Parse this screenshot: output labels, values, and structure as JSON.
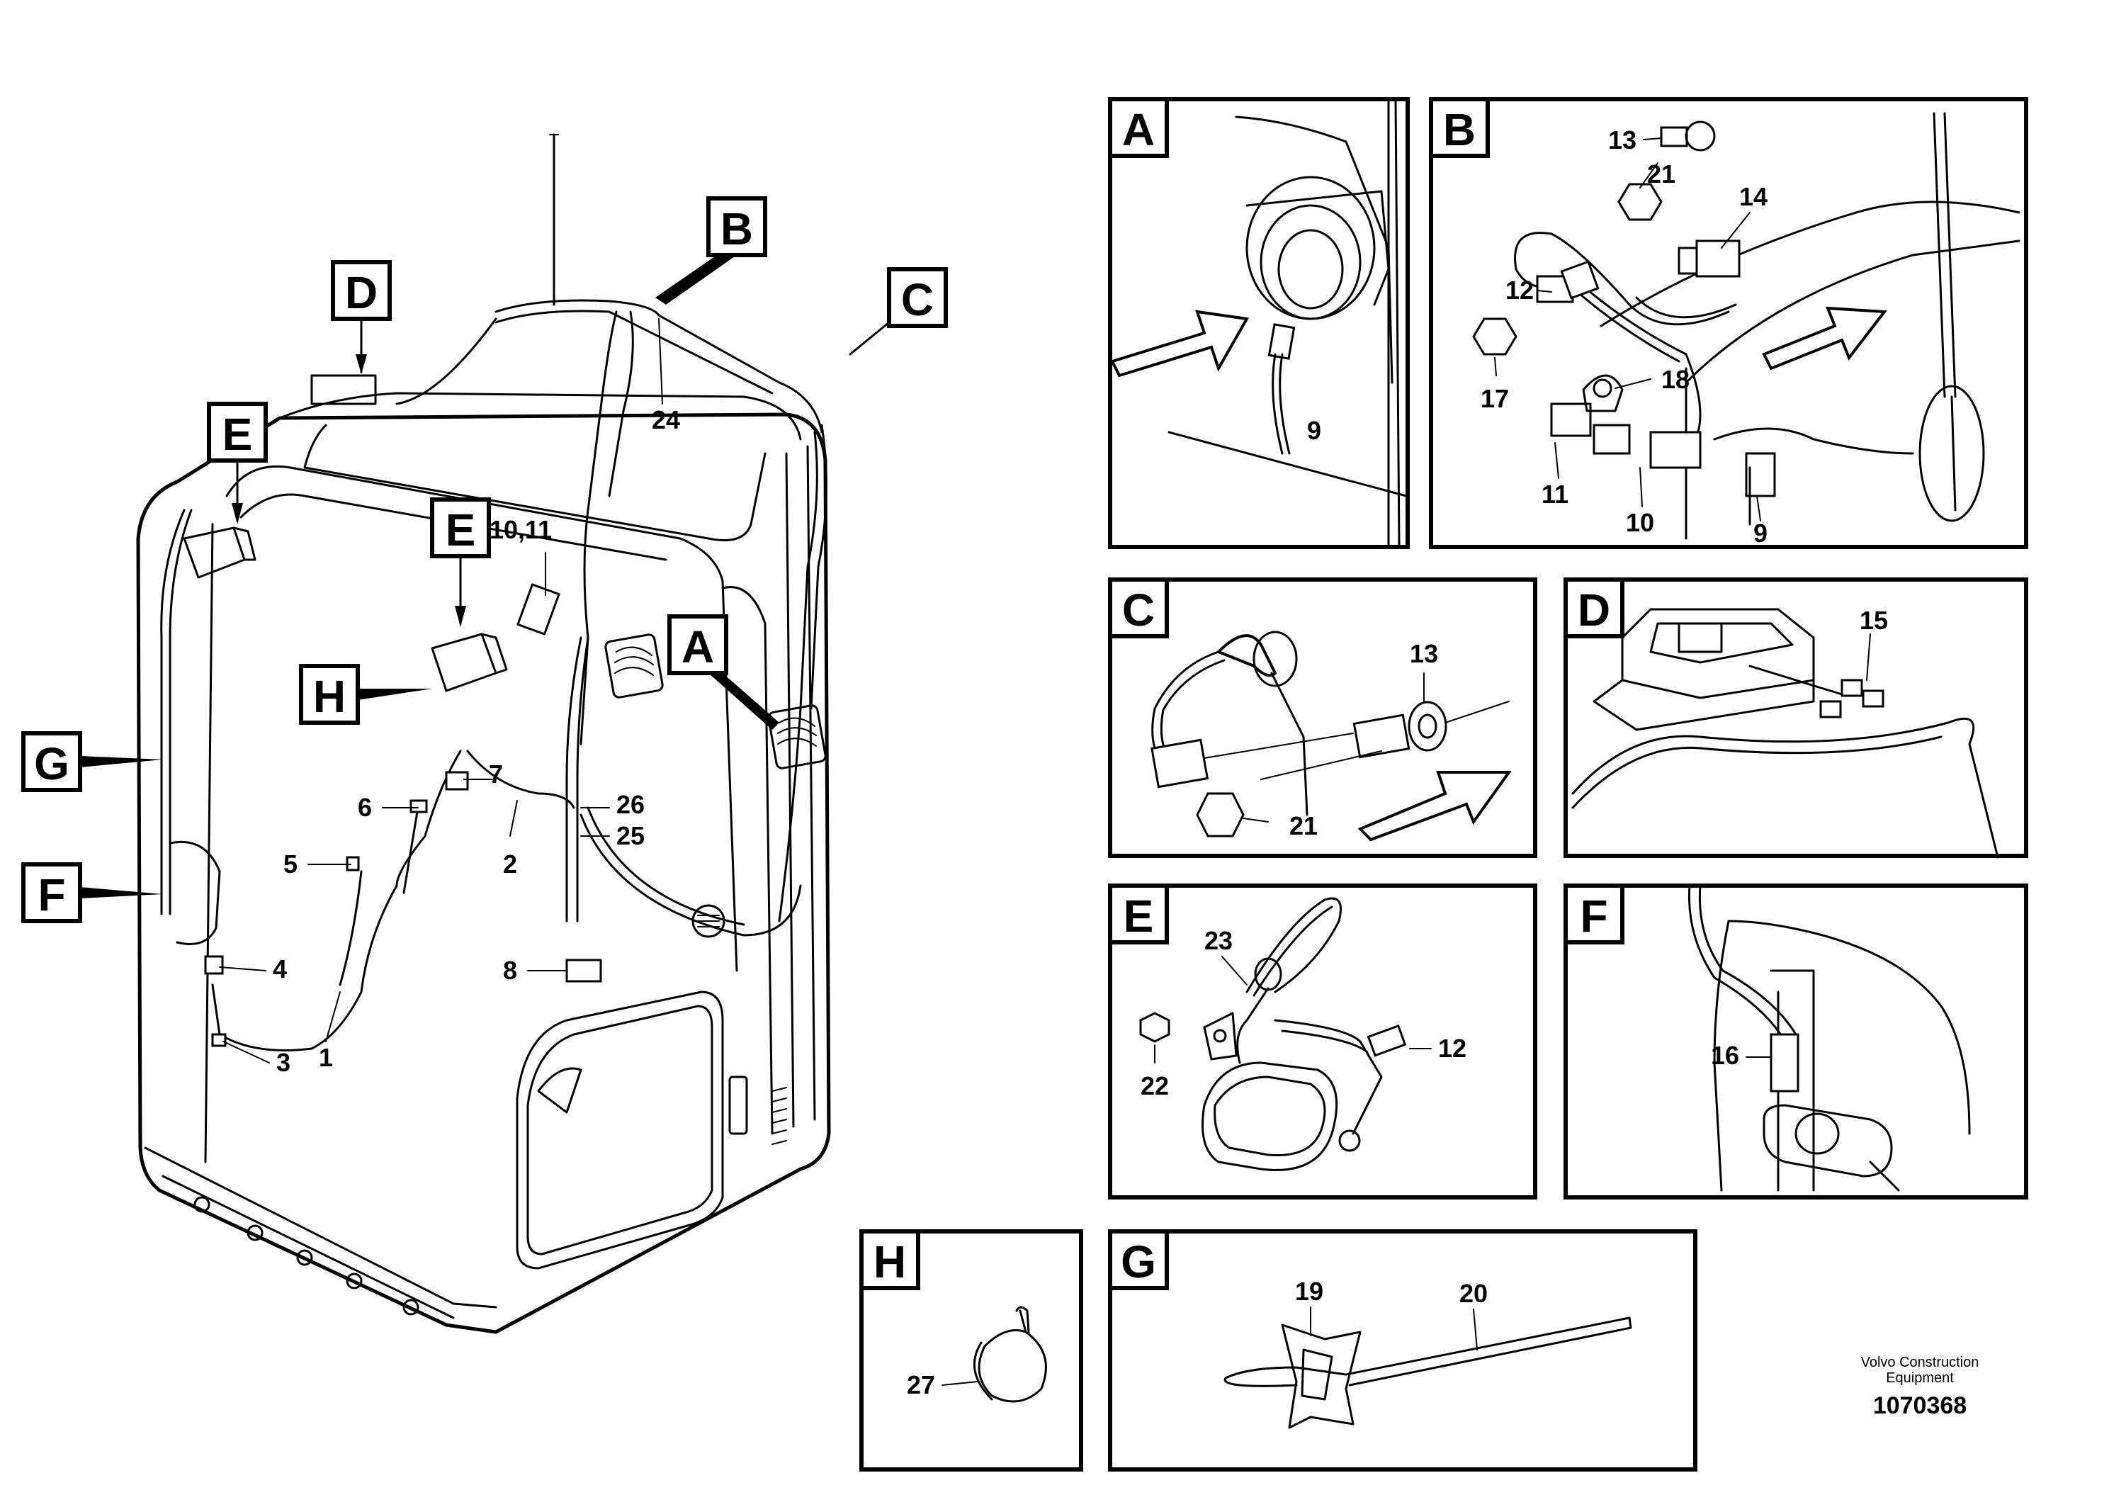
{
  "detail_letters": {
    "A": "A",
    "B": "B",
    "C": "C",
    "D": "D",
    "E": "E",
    "F": "F",
    "G": "G",
    "H": "H"
  },
  "main_callouts": {
    "1": "1",
    "2": "2",
    "3": "3",
    "4": "4",
    "5": "5",
    "6": "6",
    "7": "7",
    "8": "8",
    "10_11": "10,11",
    "24": "24",
    "25": "25",
    "26": "26"
  },
  "detail_callouts": {
    "A_9": "9",
    "B_13": "13",
    "B_21": "21",
    "B_14": "14",
    "B_12": "12",
    "B_17": "17",
    "B_18": "18",
    "B_11": "11",
    "B_10": "10",
    "B_9": "9",
    "C_13": "13",
    "C_21": "21",
    "D_15": "15",
    "E_23": "23",
    "E_22": "22",
    "E_12": "12",
    "F_16": "16",
    "G_19": "19",
    "G_20": "20",
    "H_27": "27"
  },
  "footer": {
    "manufacturer_line1": "Volvo Construction",
    "manufacturer_line2": "Equipment",
    "drawing_number": "1070368"
  }
}
